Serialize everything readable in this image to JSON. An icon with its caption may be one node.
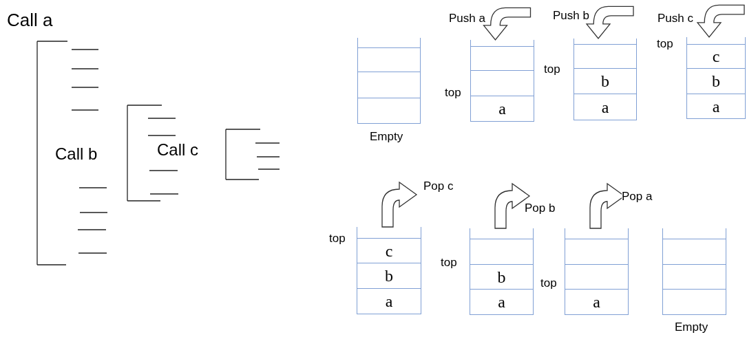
{
  "diagram": {
    "nodes": [
      {
        "text": [],
        "shape": "box",
        "beside": [
          "Empty"
        ]
      },
      {
        "text": [],
        "shape": "box",
        "in": 0
      },
      {
        "text": [],
        "shape": "box",
        "in": 0
      },
      {
        "text": [],
        "shape": "box",
        "in": 0
      },
      {
        "text": [],
        "shape": "box",
        "beside": [
          "top"
        ]
      },
      {
        "text": [],
        "shape": "box",
        "in": 4
      },
      {
        "text": [],
        "shape": "box",
        "in": 4
      },
      {
        "text": [
          "a"
        ],
        "in": 4
      },
      {
        "text": [],
        "shape": "box",
        "beside": [
          "top"
        ]
      },
      {
        "text": [],
        "shape": "box",
        "in": 8
      },
      {
        "text": [
          "b"
        ],
        "in": 8
      },
      {
        "text": [
          "a"
        ],
        "in": 8
      },
      {
        "text": [],
        "shape": "box",
        "beside": [
          "top"
        ]
      },
      {
        "text": [
          "c"
        ],
        "in": 12
      },
      {
        "text": [
          "b"
        ],
        "in": 12
      },
      {
        "text": [
          "a"
        ],
        "in": 12
      },
      {
        "text": [],
        "shape": "box",
        "beside": [
          "top"
        ]
      },
      {
        "text": [
          "c"
        ],
        "in": 16
      },
      {
        "text": [
          "b"
        ],
        "in": 16
      },
      {
        "text": [
          "a"
        ],
        "in": 16
      },
      {
        "text": [],
        "shape": "box",
        "beside": [
          "top"
        ]
      },
      {
        "text": [],
        "shape": "box",
        "in": 20
      },
      {
        "text": [
          "b"
        ],
        "in": 20
      },
      {
        "text": [
          "a"
        ],
        "in": 20
      },
      {
        "text": [],
        "shape": "box",
        "beside": [
          "top"
        ]
      },
      {
        "text": [],
        "shape": "box",
        "in": 24
      },
      {
        "text": [],
        "shape": "box",
        "in": 24
      },
      {
        "text": [
          "a"
        ],
        "in": 24
      },
      {
        "text": [],
        "shape": "box",
        "beside": [
          "Empty"
        ]
      },
      {
        "text": [],
        "shape": "box",
        "in": 28
      },
      {
        "text": [],
        "shape": "box",
        "in": 28
      },
      {
        "text": [],
        "shape": "box",
        "in": 28
      }
    ],
    "edges": [
      {
        "from": null,
        "to": 4,
        "arrow": "to",
        "label": "Push a"
      },
      {
        "from": null,
        "to": 8,
        "arrow": "to",
        "label": "Push b"
      },
      {
        "from": null,
        "to": 12,
        "arrow": "to",
        "label": "Push c"
      },
      {
        "from": 16,
        "to": null,
        "arrow": "to",
        "label": "Pop c"
      },
      {
        "from": 20,
        "to": null,
        "arrow": "to",
        "label": "Pop b"
      },
      {
        "from": 24,
        "to": null,
        "arrow": "to",
        "label": "Pop a"
      }
    ],
    "labels": [
      "Call a",
      "Call b",
      "Call c"
    ]
  }
}
